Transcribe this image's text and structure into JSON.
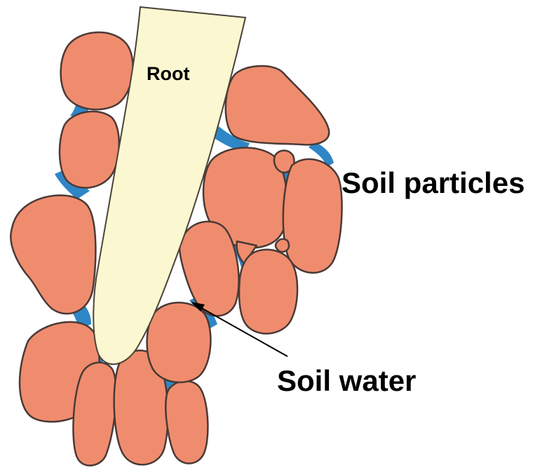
{
  "labels": {
    "root": "Root",
    "soil_particles": "Soil particles",
    "soil_water": "Soil water"
  },
  "colors": {
    "particle_fill": "#f08c6e",
    "particle_stroke": "#4a3a36",
    "water": "#2f86c6",
    "root_fill": "#fbf7d0",
    "root_stroke": "#4a4238",
    "text": "#000000"
  }
}
